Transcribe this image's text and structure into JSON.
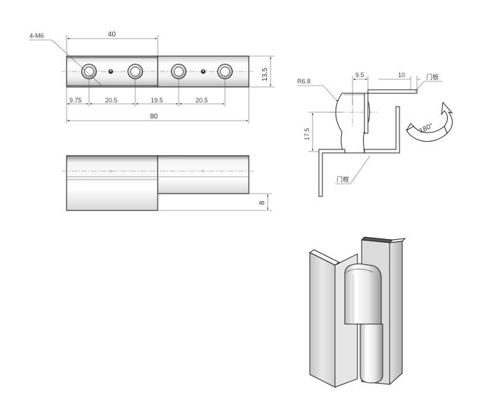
{
  "top_view": {
    "hole_callout": "4-M6",
    "dim_width_half": "40",
    "dim_height": "13.5",
    "dim_offset_1": "9.75",
    "dim_pitch_1": "20.5",
    "dim_offset_2": "19.5",
    "dim_pitch_2": "20.5",
    "dim_total_length": "80"
  },
  "side_view": {
    "dim_thickness": "8"
  },
  "end_view": {
    "radius_label": "R6.8",
    "dim_offset": "9.5",
    "dim_flange": "10",
    "dim_height": "17.5",
    "rotation_label": "180°",
    "label_upper": "门板",
    "label_lower": "门框"
  },
  "colors": {
    "line": "#333333",
    "metal_light": "#f2f2f2",
    "metal_mid": "#d4d4d4",
    "metal_dark": "#9a9a9a"
  }
}
